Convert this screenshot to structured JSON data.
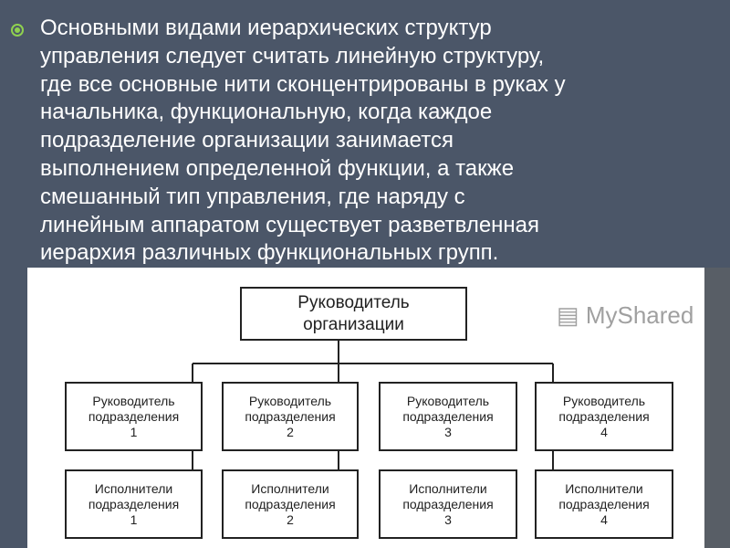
{
  "slide": {
    "bullet_icon": "circle-bullet-icon",
    "accent_color": "#8fd14f",
    "text_lines": [
      "Основными видами иерархических структур",
      "управления следует считать линейную структуру,",
      "где все основные нити сконцентрированы в руках у",
      "начальника, функциональную, когда каждое",
      "подразделение организации занимается",
      "выполнением определенной функции, а также",
      "смешанный тип управления, где наряду с",
      "линейным аппаратом существует разветвленная",
      "иерархия различных функциональных групп."
    ]
  },
  "diagram": {
    "root": {
      "line1": "Руководитель",
      "line2": "организации"
    },
    "managers": [
      {
        "line1": "Руководитель",
        "line2": "подразделения",
        "num": "1"
      },
      {
        "line1": "Руководитель",
        "line2": "подразделения",
        "num": "2"
      },
      {
        "line1": "Руководитель",
        "line2": "подразделения",
        "num": "3"
      },
      {
        "line1": "Руководитель",
        "line2": "подразделения",
        "num": "4"
      }
    ],
    "executors": [
      {
        "line1": "Исполнители",
        "line2": "подразделения",
        "num": "1"
      },
      {
        "line1": "Исполнители",
        "line2": "подразделения",
        "num": "2"
      },
      {
        "line1": "Исполнители",
        "line2": "подразделения",
        "num": "3"
      },
      {
        "line1": "Исполнители",
        "line2": "подразделения",
        "num": "4"
      }
    ]
  },
  "watermark": "MyShared"
}
